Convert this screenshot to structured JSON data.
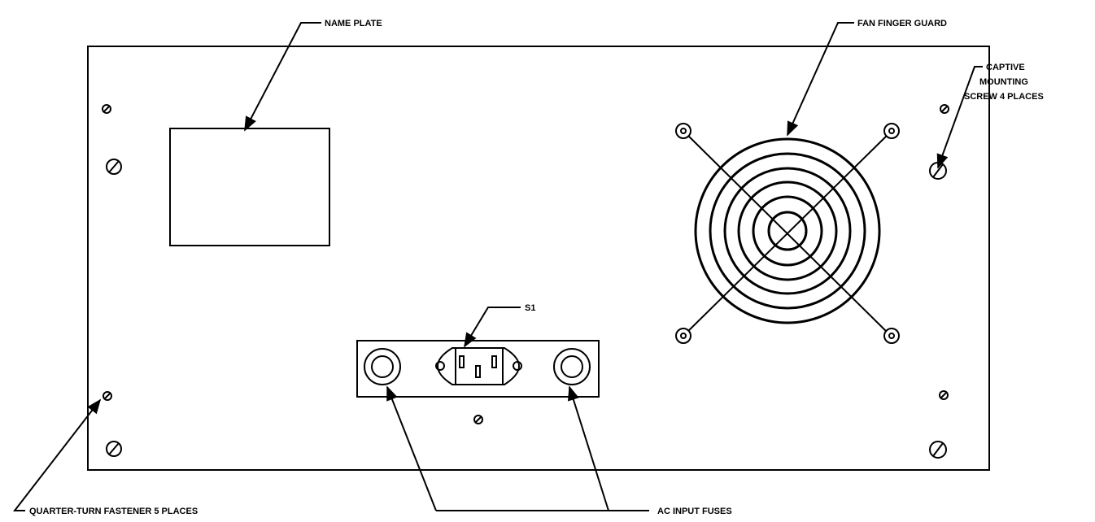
{
  "labels": {
    "name_plate": "NAME PLATE",
    "fan_finger_guard": "FAN FINGER GUARD",
    "captive_line1": "CAPTIVE",
    "captive_line2": "MOUNTING",
    "captive_line3": "SCREW 4 PLACES",
    "s1": "S1",
    "quarter_turn": "QUARTER-TURN FASTENER 5 PLACES",
    "ac_input_fuses": "AC INPUT FUSES"
  },
  "colors": {
    "ink": "#000000",
    "paper": "#ffffff"
  }
}
